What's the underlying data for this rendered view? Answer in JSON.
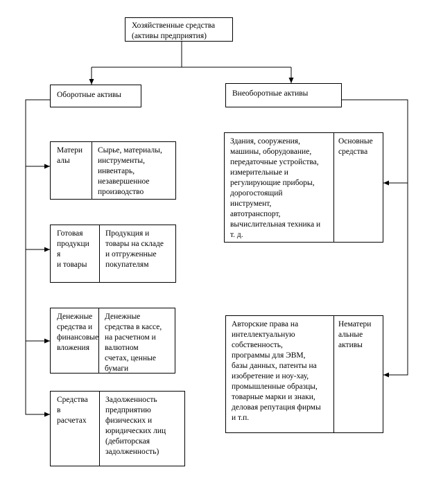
{
  "diagram": {
    "root": {
      "text": "Хозяйственные средства\n(активы предприятия)"
    },
    "left_branch": {
      "label": "Оборотные активы"
    },
    "right_branch": {
      "label": "Внеоборотные активы"
    },
    "left_items": [
      {
        "label": "Матери\nалы",
        "desc": "Сырье, материалы,\nинструменты,\nинвентарь,\nнезавершенное\nпроизводство"
      },
      {
        "label": "Готовая\nпродукци\nя\nи товары",
        "desc": "Продукция и\nтовары на складе\nи отгруженные\nпокупателям"
      },
      {
        "label": "Денежные\nсредства и\nфинансовые\nвложения",
        "desc": "Денежные\nсредства в кассе,\nна расчетном и\nвалютном\nсчетах, ценные\nбумаги"
      },
      {
        "label": "Средства\nв\nрасчетах",
        "desc": "Задолженность\nпредприятию\nфизических и\nюридических лиц\n(дебиторская\nзадолженность)"
      }
    ],
    "right_items": [
      {
        "desc": "Здания, сооружения,\nмашины, оборудование,\nпередаточные устройства,\nизмерительные и\nрегулирующие приборы,\nдорогостоящий\nинструмент,\nавтотранспорт,\nвычислительная техника и\nт. д.",
        "label": "Основные\nсредства"
      },
      {
        "desc": "Авторские права на\nинтеллектуальную\nсобственность,\nпрограммы для ЭВМ,\nбазы данных, патенты на\nизобретение и ноу-хау,\nпромышленные образцы,\nтоварные марки и знаки,\nделовая репутация фирмы\nи т.п.",
        "label": "Нематери\nальные\nактивы"
      }
    ]
  }
}
